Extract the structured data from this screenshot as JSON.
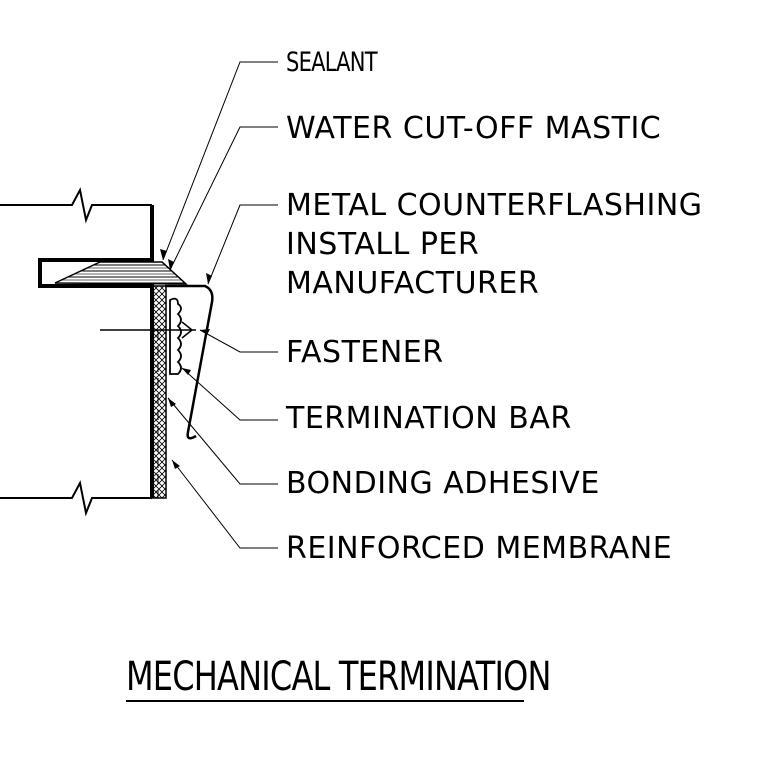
{
  "labels": {
    "sealant": "SEALANT",
    "water_cutoff_mastic": "WATER CUT-OFF MASTIC",
    "metal_counterflashing_1": "METAL COUNTERFLASHING",
    "metal_counterflashing_2": "INSTALL PER",
    "metal_counterflashing_3": "MANUFACTURER",
    "fastener": "FASTENER",
    "termination_bar": "TERMINATION BAR",
    "bonding_adhesive": "BONDING ADHESIVE",
    "reinforced_membrane": "REINFORCED MEMBRANE"
  },
  "title": "MECHANICAL TERMINATION"
}
